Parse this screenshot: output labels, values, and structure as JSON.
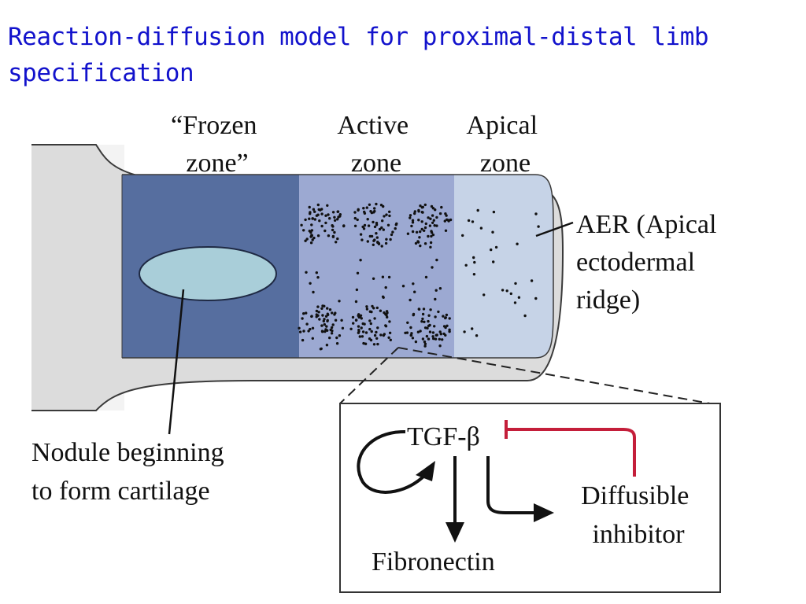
{
  "title": "Reaction-diffusion model for proximal-distal limb specification",
  "colors": {
    "title": "#1212cc",
    "frozen_zone": "#566e9f",
    "active_zone": "#9ca9d2",
    "apical_zone": "#c6d3e7",
    "nodule": "#a9ced9",
    "ectoderm": "#dcdcdc",
    "inhibition": "#c41e3a"
  },
  "zones": {
    "frozen": [
      "“Frozen",
      "zone”"
    ],
    "active": [
      "Active",
      "zone"
    ],
    "apical": [
      "Apical",
      "zone"
    ]
  },
  "aer_label": [
    "AER (Apical",
    "ectodermal",
    "ridge)"
  ],
  "nodule_label": [
    "Nodule beginning",
    "to form cartilage"
  ],
  "inset": {
    "tgf": "TGF-β",
    "fibronectin": "Fibronectin",
    "inhibitor": [
      "Diffusible",
      "inhibitor"
    ]
  }
}
